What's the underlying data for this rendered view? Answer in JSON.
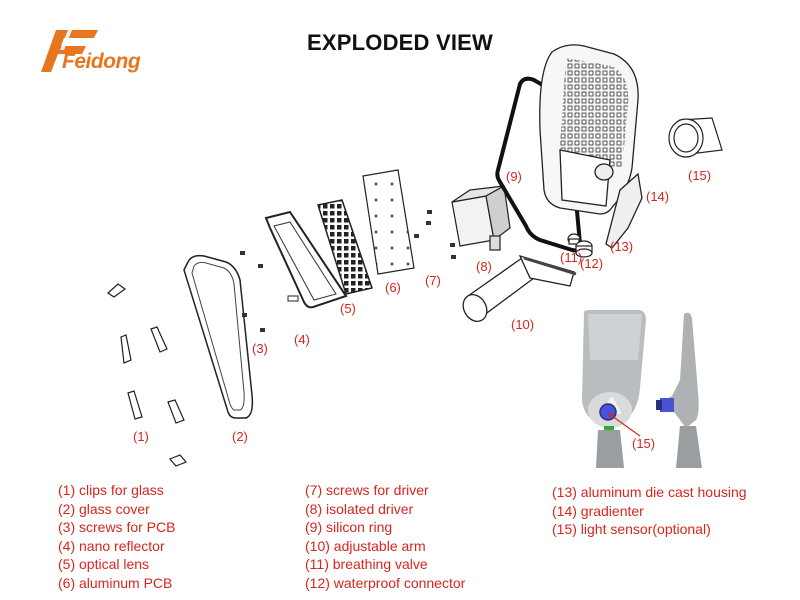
{
  "brand": {
    "name": "Feidong",
    "logo_color": "#e8761e"
  },
  "title": "EXPLODED VIEW",
  "label_color": "#d7261e",
  "callouts": [
    "(1)",
    "(2)",
    "(3)",
    "(4)",
    "(5)",
    "(6)",
    "(7)",
    "(8)",
    "(9)",
    "(10)",
    "(11)",
    "(12)",
    "(13)",
    "(14)",
    "(15)",
    "(15)"
  ],
  "legend": {
    "col1": [
      "(1) clips for glass",
      "(2) glass cover",
      "(3) screws for PCB",
      "(4) nano reflector",
      "(5) optical lens",
      "(6) aluminum PCB"
    ],
    "col2": [
      "(7) screws for driver",
      "(8) isolated driver",
      "(9) silicon ring",
      "(10) adjustable arm",
      "(11) breathing valve",
      "(12) waterproof connector"
    ],
    "col3": [
      "(13) aluminum die cast housing",
      "(14) gradienter",
      "(15) light sensor(optional)"
    ]
  }
}
